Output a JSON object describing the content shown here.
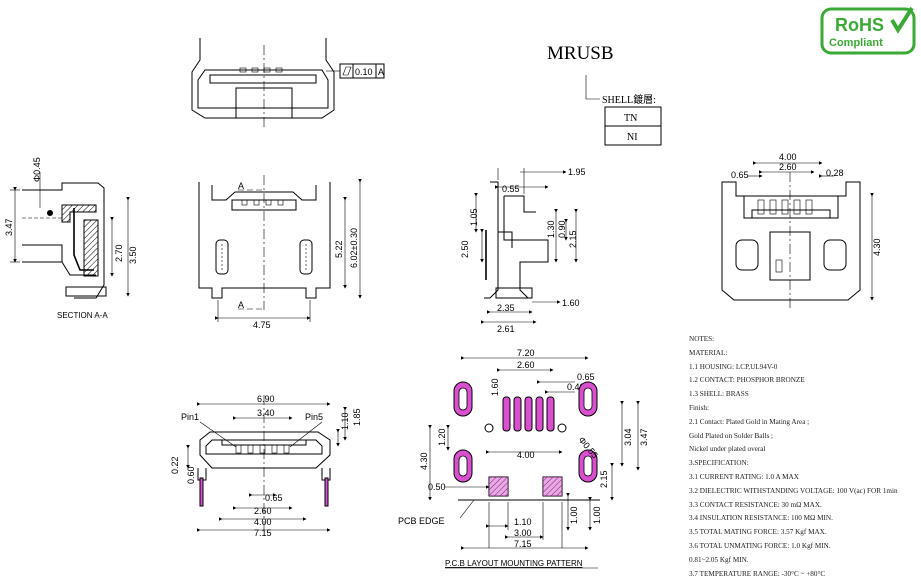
{
  "header": {
    "title": "MRUSB",
    "shell_label": "SHELL鍍層:",
    "finish_options": [
      "TN",
      "NI"
    ]
  },
  "rohs": {
    "line1": "RoHS",
    "line2": "Compliant",
    "color": "#3aa935"
  },
  "tolerance": {
    "value": "0.10",
    "datum": "A"
  },
  "section": {
    "label": "SECTION A-A",
    "cut_marker": "A"
  },
  "dims": {
    "section": {
      "d045": "Φ0.45",
      "d347": "3.47",
      "d270": "2.70",
      "d350": "3.50"
    },
    "front": {
      "d522": "5.22",
      "d602": "6.02±0.30",
      "d475": "4.75"
    },
    "side": {
      "d055": "0.55",
      "d195": "1.95",
      "d105": "1.05",
      "d250": "2.50",
      "d130": "1.30",
      "d090": "0.90",
      "d215": "2.15",
      "d235": "2.35",
      "d261": "2.61",
      "d160": "1.60"
    },
    "rear": {
      "d400": "4.00",
      "d260": "2.60",
      "d065": "0.65",
      "d028": "0.28",
      "d430": "4.30"
    },
    "bottom": {
      "pin1": "Pin1",
      "pin5": "Pin5",
      "d690": "6.90",
      "d340": "3.40",
      "d185": "1.85",
      "d110": "1.10",
      "d022": "0.22",
      "d060": "0.60",
      "d065": "0.65",
      "d260": "2.60",
      "d400": "4.00",
      "d715": "7.15"
    },
    "pcb": {
      "d720": "7.20",
      "d260": "2.60",
      "d065": "0.65",
      "d040": "0.40",
      "d160": "1.60",
      "d120": "1.20",
      "d430": "4.30",
      "d400": "4.00",
      "d304": "3.04",
      "d347": "3.47",
      "d055": "Φ0.55",
      "d050": "0.50",
      "d215": "2.15",
      "d100a": "1.00",
      "d100b": "1.00",
      "d110": "1.10",
      "d300": "3.00",
      "d715": "7.15",
      "edge": "PCB  EDGE",
      "title": "P.C.B LAYOUT MOUNTING PATTERN"
    }
  },
  "notes": [
    "NOTES:",
    "MATERIAL:",
    "1.1 HOUSING: LCP,UL94V-0",
    "1.2 CONTACT: PHOSPHOR BRONZE",
    "1.3 SHELL: BRASS",
    "Finish:",
    "2.1 Contact: Plated Gold in Mating Area ;",
    "Gold Plated on Solder Balls ;",
    "Nickel under plated overal",
    "3.SPECIFICATION:",
    "3.1 CURRENT RATING: 1.0 A MAX",
    "3.2 DIELECTRIC WITHSTANDING VOLTAGE: 100 V(ac) FOR 1min",
    "3.3 CONTACT RESISTANCE: 30 mΩ MAX.",
    "3.4 INSULATION RESISTANCE: 100 MΩ  MIN.",
    "3.5 TOTAL MATING FORCE: 3.57 Kgf MAX.",
    "3.6 TOTAL UNMATING FORCE: 1.0 Kgf MIN.",
    "0.81~2.05 Kgf MIN.",
    "3.7 TEMPERATURE RANGE: -30°C ~ +80°C"
  ]
}
